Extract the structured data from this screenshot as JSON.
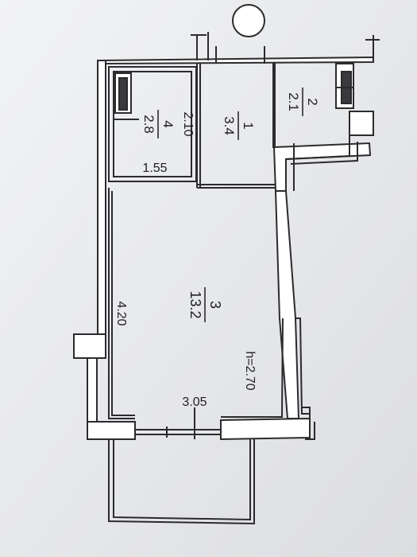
{
  "rooms": [
    {
      "number": "1",
      "area": "3.4"
    },
    {
      "number": "2",
      "area": "2.1"
    },
    {
      "number": "3",
      "area": "13.2"
    },
    {
      "number": "4",
      "area": "2.8"
    }
  ],
  "dimensions": {
    "room4_height": "2.10",
    "room4_width": "1.55",
    "room3_height": "4.20",
    "room3_width": "3.05",
    "ceiling_height": "h=2.70"
  },
  "colors": {
    "wall": "#2b2b2e",
    "wall_fill": "#ffffff",
    "background": "#e9eaec"
  }
}
